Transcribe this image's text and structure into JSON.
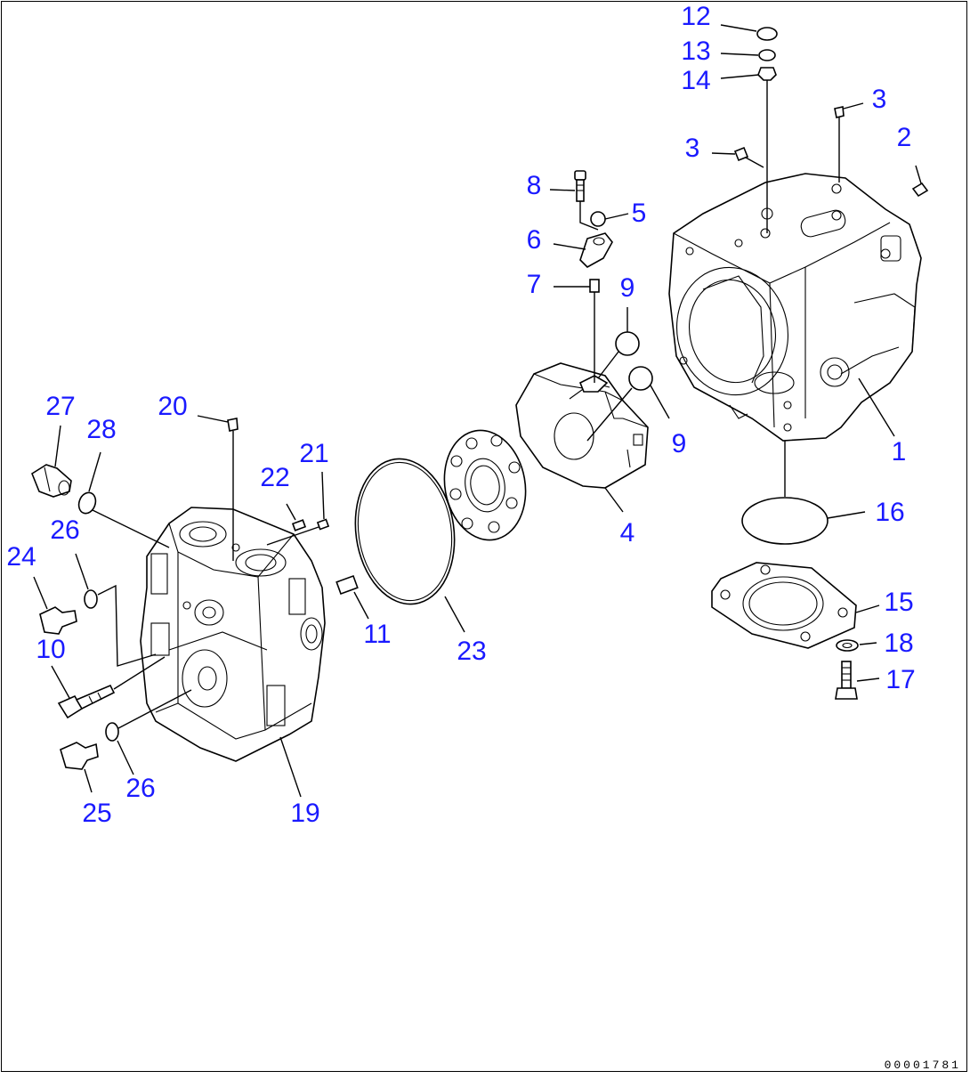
{
  "diagram": {
    "document_id": "00001781",
    "callouts": {
      "c1": "1",
      "c2": "2",
      "c3a": "3",
      "c3b": "3",
      "c4": "4",
      "c5": "5",
      "c6": "6",
      "c7": "7",
      "c8": "8",
      "c9a": "9",
      "c9b": "9",
      "c10": "10",
      "c11": "11",
      "c12": "12",
      "c13": "13",
      "c14": "14",
      "c15": "15",
      "c16": "16",
      "c17": "17",
      "c18": "18",
      "c19": "19",
      "c20": "20",
      "c21": "21",
      "c22": "22",
      "c23": "23",
      "c24": "24",
      "c25": "25",
      "c26a": "26",
      "c26b": "26",
      "c27": "27",
      "c28": "28"
    }
  }
}
